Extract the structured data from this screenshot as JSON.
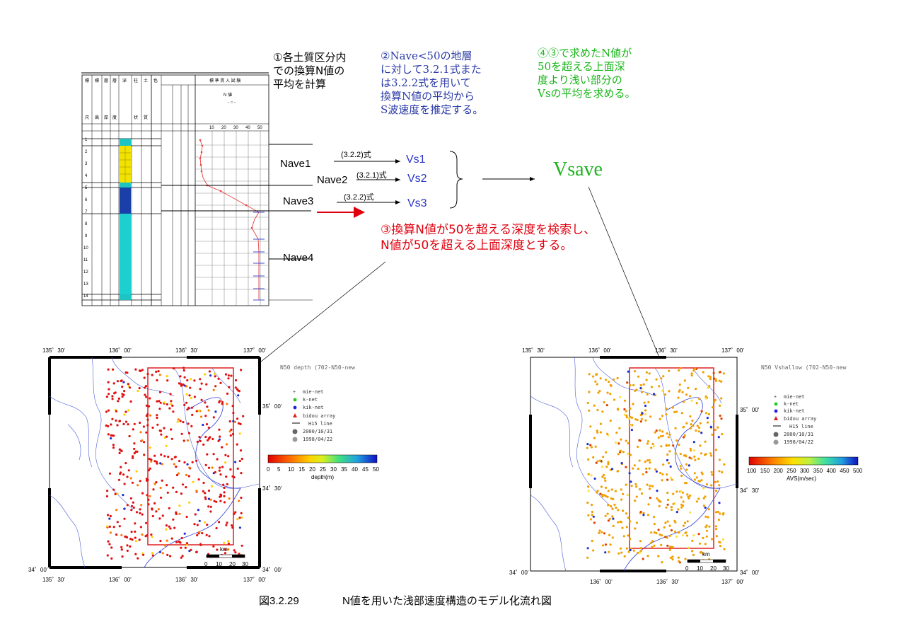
{
  "notes": {
    "step1": "①各土質区分内\nでの換算N値の\n平均を計算",
    "step2": "②Nave<50の地層\nに対して3.2.1式また\nは3.2.2式を用いて\n換算N値の平均から\nS波速度を推定する。",
    "step3": "③換算N値が50を超える深度を検索し、\nN値が50を超える上面深度とする。",
    "step4": "④③で求めたN値が\n50を超える上面深\n度より浅い部分の\nVsの平均を求める。"
  },
  "flow": {
    "nave1": "Nave1",
    "nave2": "Nave2",
    "nave3": "Nave3",
    "nave4": "Nave4",
    "eq1": "(3.2.2)式",
    "eq2": "(3.2.1)式",
    "eq3": "(3.2.2)式",
    "vs1": "Vs1",
    "vs2": "Vs2",
    "vs3": "Vs3",
    "vsave": "Vsave"
  },
  "boring_log": {
    "header_cols": [
      "標",
      "標",
      "層",
      "層",
      "深",
      "柱",
      "土",
      "色"
    ],
    "sub_header": [
      "尺",
      "高",
      "厚",
      "度",
      "状",
      "質"
    ],
    "n_title": "標 準 貫 入 試 験",
    "n_label": "N 値",
    "n_ticks": [
      "10",
      "20",
      "30",
      "40",
      "50"
    ],
    "depth_ticks": [
      "1",
      "2",
      "3",
      "4",
      "5",
      "6",
      "7",
      "8",
      "9",
      "10",
      "11",
      "12",
      "13",
      "14"
    ]
  },
  "map_left": {
    "title": "N50 depth (702-N50-new",
    "top_lon": [
      "135゜30'",
      "136゜00'",
      "136゜30'",
      "137゜00'"
    ],
    "bottom_lon": [
      "135゜30'",
      "136゜00'",
      "136゜30'",
      "137゜00'"
    ],
    "lat_right": [
      "35゜00'",
      "34゜30'",
      "34゜00'"
    ],
    "lat_left_bottom": "34゜00'",
    "legend": [
      "mie-net",
      "k-net",
      "kik-net",
      "bidou array",
      "H15 line",
      "2000/10/31",
      "1998/04/22"
    ],
    "colorbar_label": "depth(m)",
    "colorbar_ticks": [
      "0",
      "5",
      "10",
      "15",
      "20",
      "25",
      "30",
      "35",
      "40",
      "45",
      "50"
    ],
    "scale_unit": "km",
    "scale_ticks": [
      "0",
      "10",
      "20",
      "30"
    ]
  },
  "map_right": {
    "title": "N50 Vshallow (702-N50-new",
    "top_lon": [
      "135゜30'",
      "136゜00'",
      "136゜30'",
      "137゜00'"
    ],
    "bottom_lon": [
      "136゜00'",
      "136゜30'",
      "137゜00'"
    ],
    "lat_right": [
      "35゜00'",
      "34゜30'",
      "34゜00'"
    ],
    "lat_left_bottom": "34゜00'",
    "legend": [
      "mie-net",
      "k-net",
      "kik-net",
      "bidou array",
      "H15 line",
      "2000/10/31",
      "1998/04/22"
    ],
    "colorbar_label": "AVS(m/sec)",
    "colorbar_ticks": [
      "100",
      "150",
      "200",
      "250",
      "300",
      "350",
      "400",
      "450",
      "500"
    ],
    "scale_unit": "km",
    "scale_ticks": [
      "0",
      "10",
      "20",
      "30"
    ]
  },
  "caption": {
    "figure_no": "図3.2.29",
    "title": "N値を用いた浅部速度構造のモデル化流れ図"
  },
  "colors": {
    "blue_text": "#2b3aa6",
    "green_text": "#18b418",
    "red_text": "#e0000e",
    "region_box": "#e02020"
  }
}
